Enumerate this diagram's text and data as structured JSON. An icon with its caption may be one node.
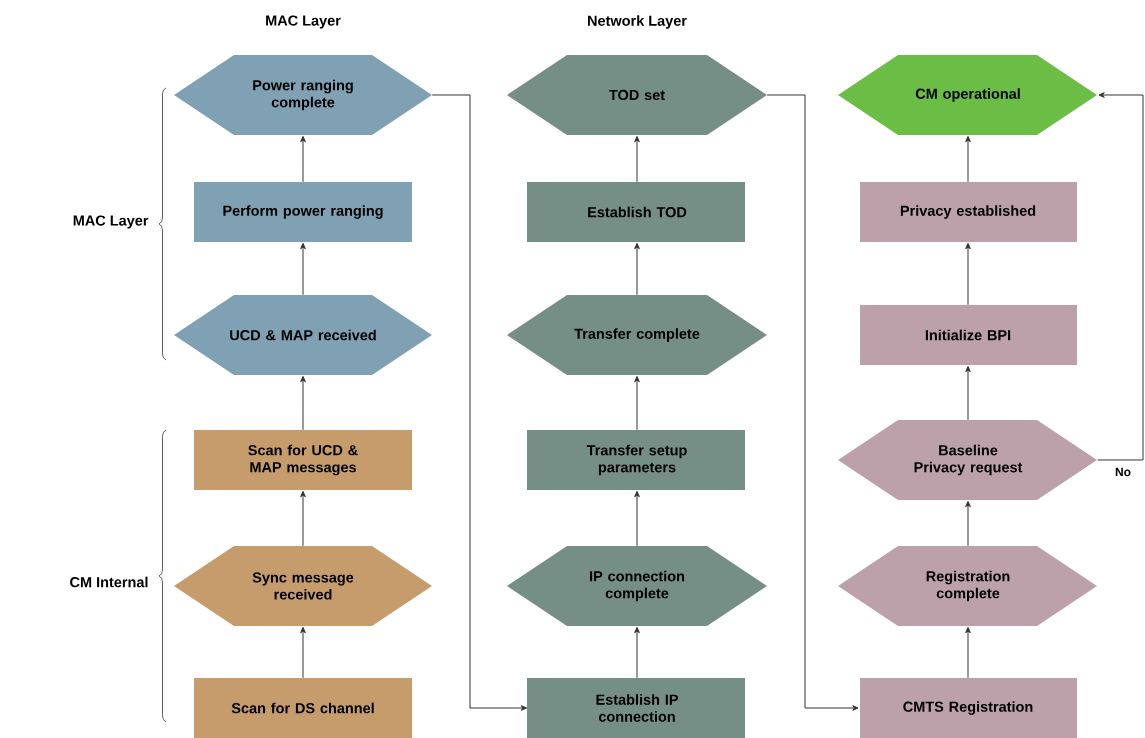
{
  "diagram": {
    "nodes": [
      {
        "text": [
          "Power ranging complete"
        ]
      },
      {
        "text": [
          "Perform power ranging"
        ]
      },
      {
        "text": [
          "UCD & MAP received"
        ]
      },
      {
        "text": [
          "Scan for UCD & MAP messages"
        ]
      },
      {
        "text": [
          "Sync message received"
        ]
      },
      {
        "text": [
          "Scan for DS channel"
        ]
      },
      {
        "text": [
          "TOD set"
        ]
      },
      {
        "text": [
          "Establish TOD"
        ]
      },
      {
        "text": [
          "Transfer complete"
        ]
      },
      {
        "text": [
          "Transfer setup parameters"
        ]
      },
      {
        "text": [
          "IP connection complete"
        ]
      },
      {
        "text": [
          "Establish IP connection"
        ]
      },
      {
        "text": [
          "CM operational"
        ]
      },
      {
        "text": [
          "Privacy established"
        ]
      },
      {
        "text": [
          "Initialize BPI"
        ]
      },
      {
        "text": [
          "Baseline Privacy request"
        ]
      },
      {
        "text": [
          "Registration complete"
        ]
      },
      {
        "text": [
          "CMTS Registration"
        ]
      }
    ],
    "edges": [
      {
        "from": 5,
        "to": 4,
        "arrow": "to"
      },
      {
        "from": 4,
        "to": 3,
        "arrow": "to"
      },
      {
        "from": 3,
        "to": 2,
        "arrow": "to"
      },
      {
        "from": 2,
        "to": 1,
        "arrow": "to"
      },
      {
        "from": 1,
        "to": 0,
        "arrow": "to"
      },
      {
        "from": 0,
        "to": 11,
        "arrow": "to"
      },
      {
        "from": 11,
        "to": 10,
        "arrow": "to"
      },
      {
        "from": 10,
        "to": 9,
        "arrow": "to"
      },
      {
        "from": 9,
        "to": 8,
        "arrow": "to"
      },
      {
        "from": 8,
        "to": 7,
        "arrow": "to"
      },
      {
        "from": 7,
        "to": 6,
        "arrow": "to"
      },
      {
        "from": 6,
        "to": 17,
        "arrow": "to"
      },
      {
        "from": 17,
        "to": 16,
        "arrow": "to"
      },
      {
        "from": 16,
        "to": 15,
        "arrow": "to"
      },
      {
        "from": 15,
        "to": 14,
        "arrow": "to"
      },
      {
        "from": 14,
        "to": 13,
        "arrow": "to"
      },
      {
        "from": 13,
        "to": 12,
        "arrow": "to"
      },
      {
        "from": 15,
        "to": 12,
        "arrow": "to",
        "label": "No"
      }
    ],
    "labels": [
      "MAC Layer",
      "Network Layer",
      "MAC Layer",
      "CM Internal"
    ]
  }
}
